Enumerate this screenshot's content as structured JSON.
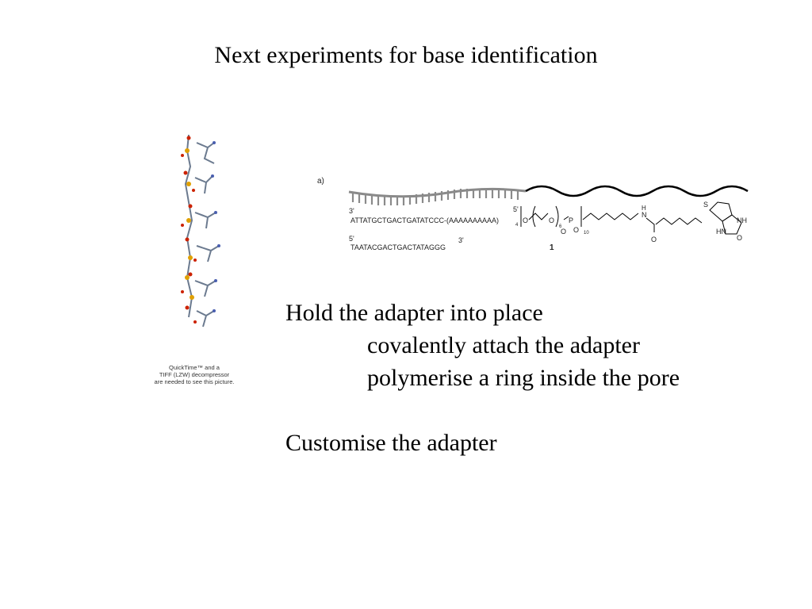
{
  "slide": {
    "title": "Next experiments for base identification",
    "bullets": {
      "hold": "Hold the adapter into place",
      "sub1": "covalently attach the adapter",
      "sub2": "polymerise a ring inside the pore",
      "customise": "Customise the adapter"
    }
  },
  "quicktime_placeholder": {
    "line1": "QuickTime™ and a",
    "line2": "TIFF (LZW) decompressor",
    "line3": "are needed to see this picture."
  },
  "scheme": {
    "panel_label": "a)",
    "strand_top_end": "3'",
    "strand_top_start": "5'",
    "top_sequence": "ATTATGCTGACTGATATCCC-(AAAAAAAAAA)",
    "top_subscript": "4",
    "bottom_end_5": "5'",
    "bottom_end_3": "3'",
    "bottom_sequence": "TAATACGACTGACTATAGGG",
    "compound_number": "1",
    "peg_subscript": "6",
    "repeat_subscript": "10",
    "atoms": {
      "o1": "O",
      "o2": "O",
      "p": "P",
      "o3": "O",
      "o4": "O",
      "h": "H",
      "n": "N",
      "o5": "O",
      "s": "S",
      "nh": "NH",
      "hn": "HN",
      "o6": "O"
    }
  },
  "colors": {
    "strand_grey": "#8a8a8a",
    "text": "#000000",
    "oxygen_red": "#cc2200",
    "phosphorus": "#e0a000",
    "carbon": "#6b7a8f"
  }
}
